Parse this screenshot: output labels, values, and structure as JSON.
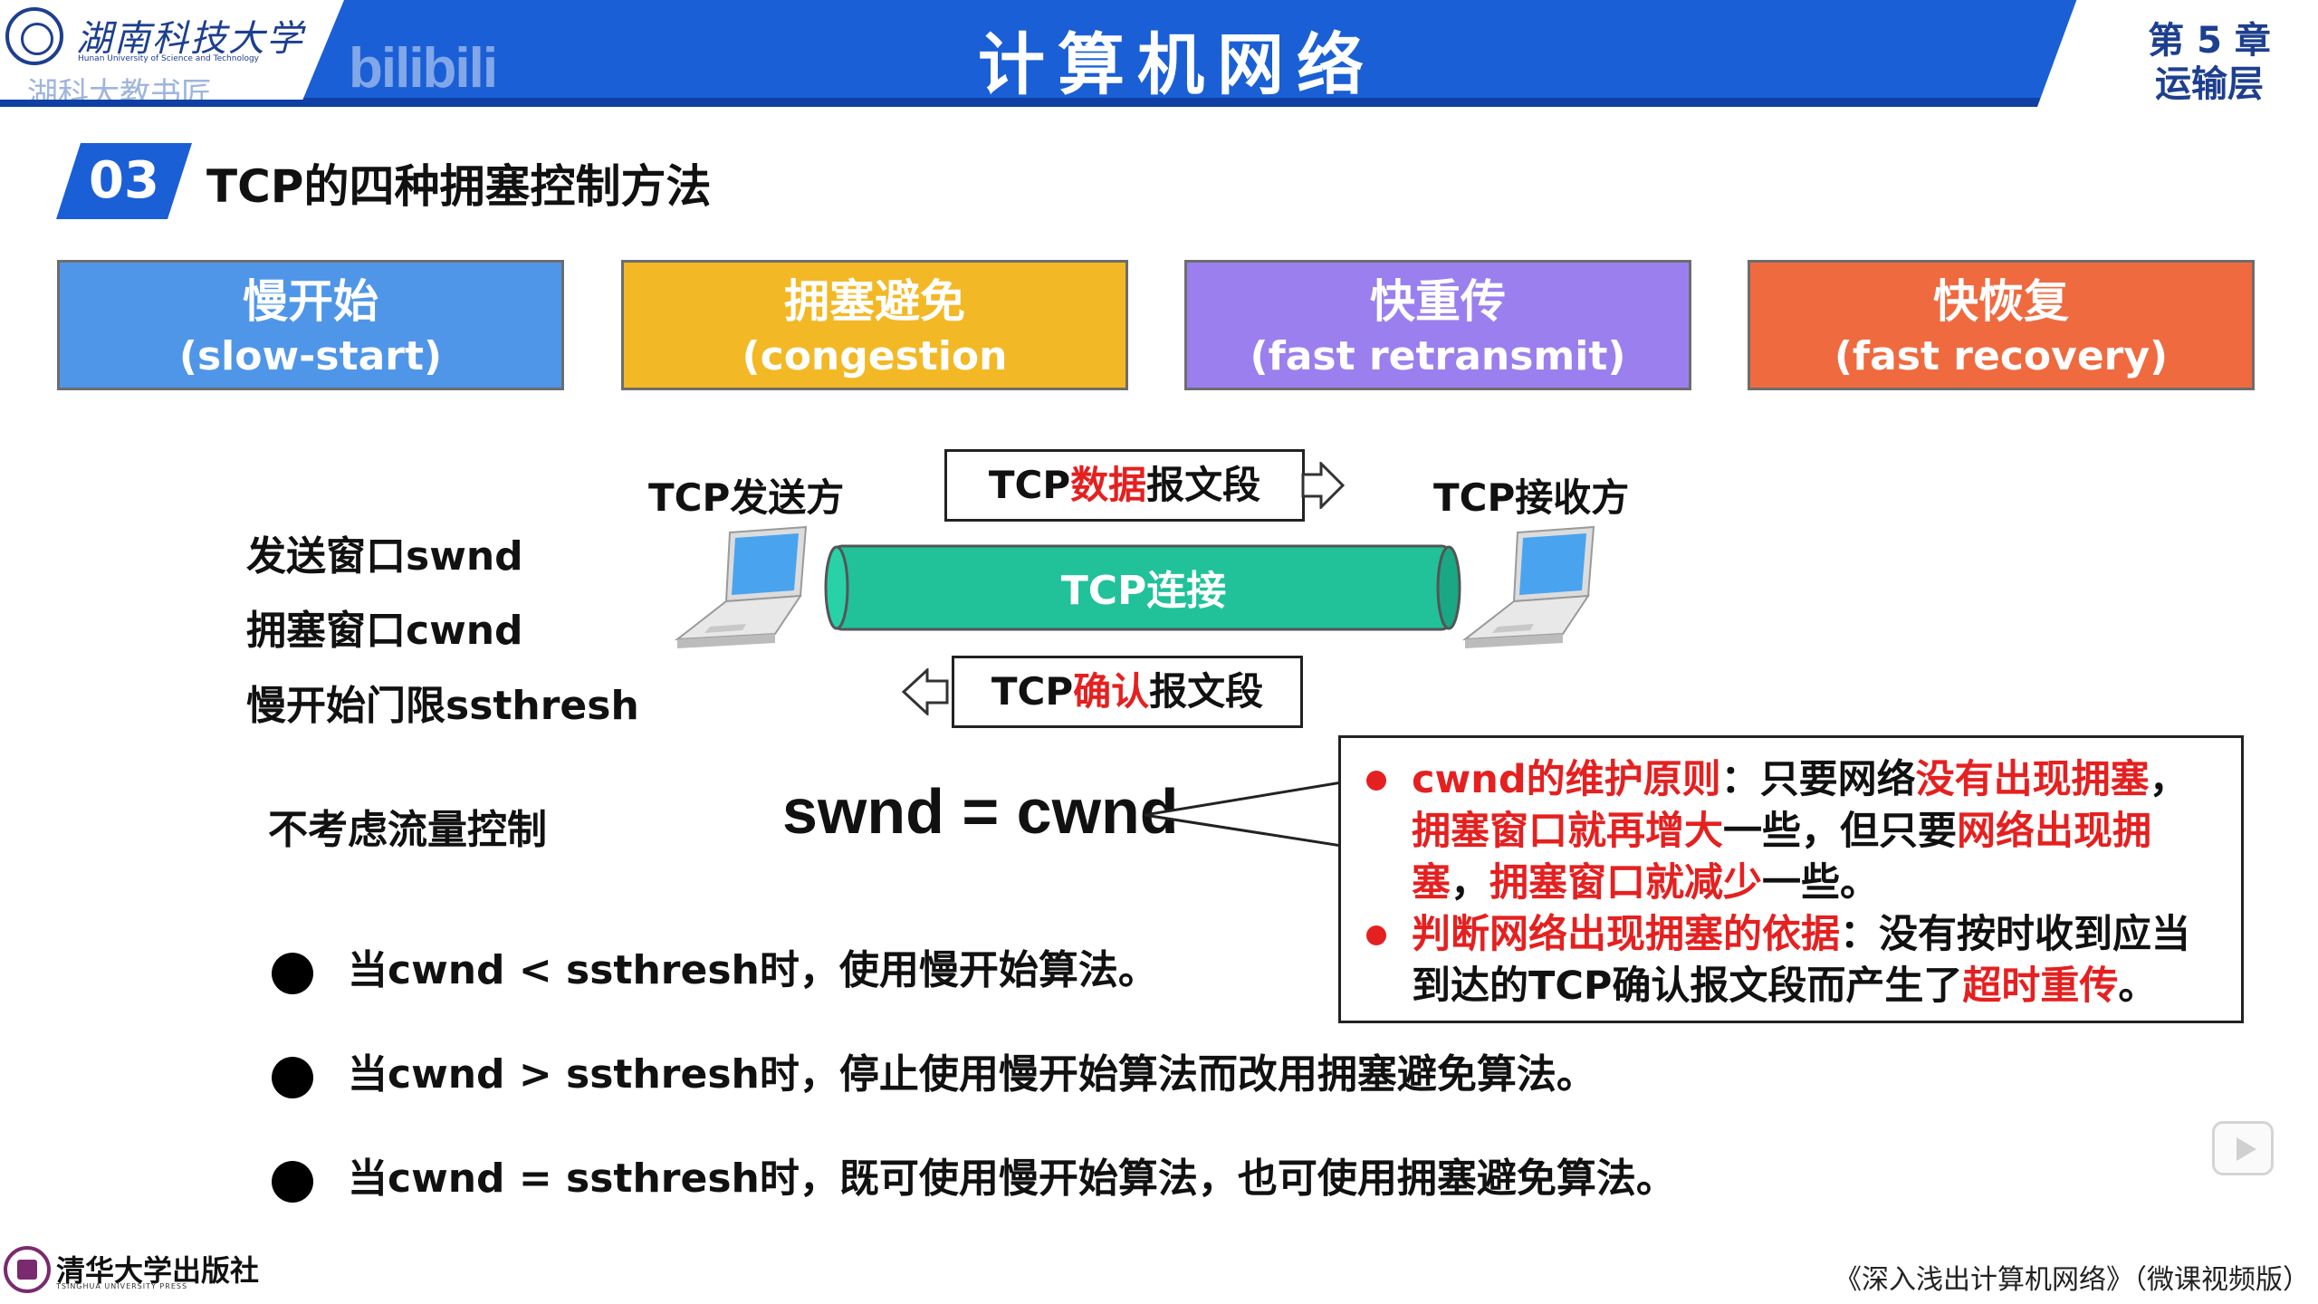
{
  "header": {
    "university_cn": "湖南科技大学",
    "university_en": "Hunan University of Science and Technology",
    "watermark": "湖科大教书匠",
    "platform_mark": "bilibili",
    "course_title": "计算机网络",
    "chapter_number": "第 5 章",
    "chapter_name": "运输层"
  },
  "section": {
    "number": "03",
    "title": "TCP的四种拥塞控制方法"
  },
  "methods": [
    {
      "cn": "慢开始",
      "en": "(slow-start)",
      "color": "#4f96e8"
    },
    {
      "cn": "拥塞避免",
      "en": "(congestion avoidance)",
      "color": "#f3b825"
    },
    {
      "cn": "快重传",
      "en": "(fast retransmit)",
      "color": "#9b7fee"
    },
    {
      "cn": "快恢复",
      "en": "(fast recovery)",
      "color": "#f06a3f"
    }
  ],
  "diagram": {
    "sender": "TCP发送方",
    "receiver": "TCP接收方",
    "connection": "TCP连接",
    "data_segment": {
      "pre": "TCP",
      "highlight": "数据",
      "post": "报文段"
    },
    "ack_segment": {
      "pre": "TCP",
      "highlight": "确认",
      "post": "报文段"
    },
    "variables": [
      "发送窗口swnd",
      "拥塞窗口cwnd",
      "慢开始门限ssthresh"
    ],
    "no_flow_control": "不考虑流量控制",
    "equation": "swnd = cwnd"
  },
  "callout": {
    "note1": {
      "label": "cwnd的维护原则",
      "sep": "：只要网络",
      "r1": "没有出现拥塞",
      "t1": "，",
      "r2": "拥塞窗口就再增大",
      "t2": "一些，但只要",
      "r3": "网络出现拥塞",
      "t3": "，",
      "r4": "拥塞窗口就减少",
      "t4": "一些。"
    },
    "note2": {
      "label": "判断网络出现拥塞的依据",
      "text": "：没有按时收到应当到达的TCP确认报文段而产生了",
      "r1": "超时重传",
      "end": "。"
    }
  },
  "rules": [
    "当cwnd < ssthresh时，使用慢开始算法。",
    "当cwnd > ssthresh时，停止使用慢开始算法而改用拥塞避免算法。",
    "当cwnd = ssthresh时，既可使用慢开始算法，也可使用拥塞避免算法。"
  ],
  "footer": {
    "publisher": "清华大学出版社",
    "publisher_en": "TSINGHUA UNIVERSITY PRESS",
    "book_title": "《深入浅出计算机网络》（微课视频版）"
  },
  "colors": {
    "header_blue": "#1a5fd6",
    "highlight_red": "#e52020",
    "pipe_green": "#21c19a"
  },
  "icons": [
    "university-seal-icon",
    "laptop-icon",
    "right-arrow-icon",
    "left-arrow-icon",
    "play-icon",
    "publisher-seal-icon"
  ]
}
